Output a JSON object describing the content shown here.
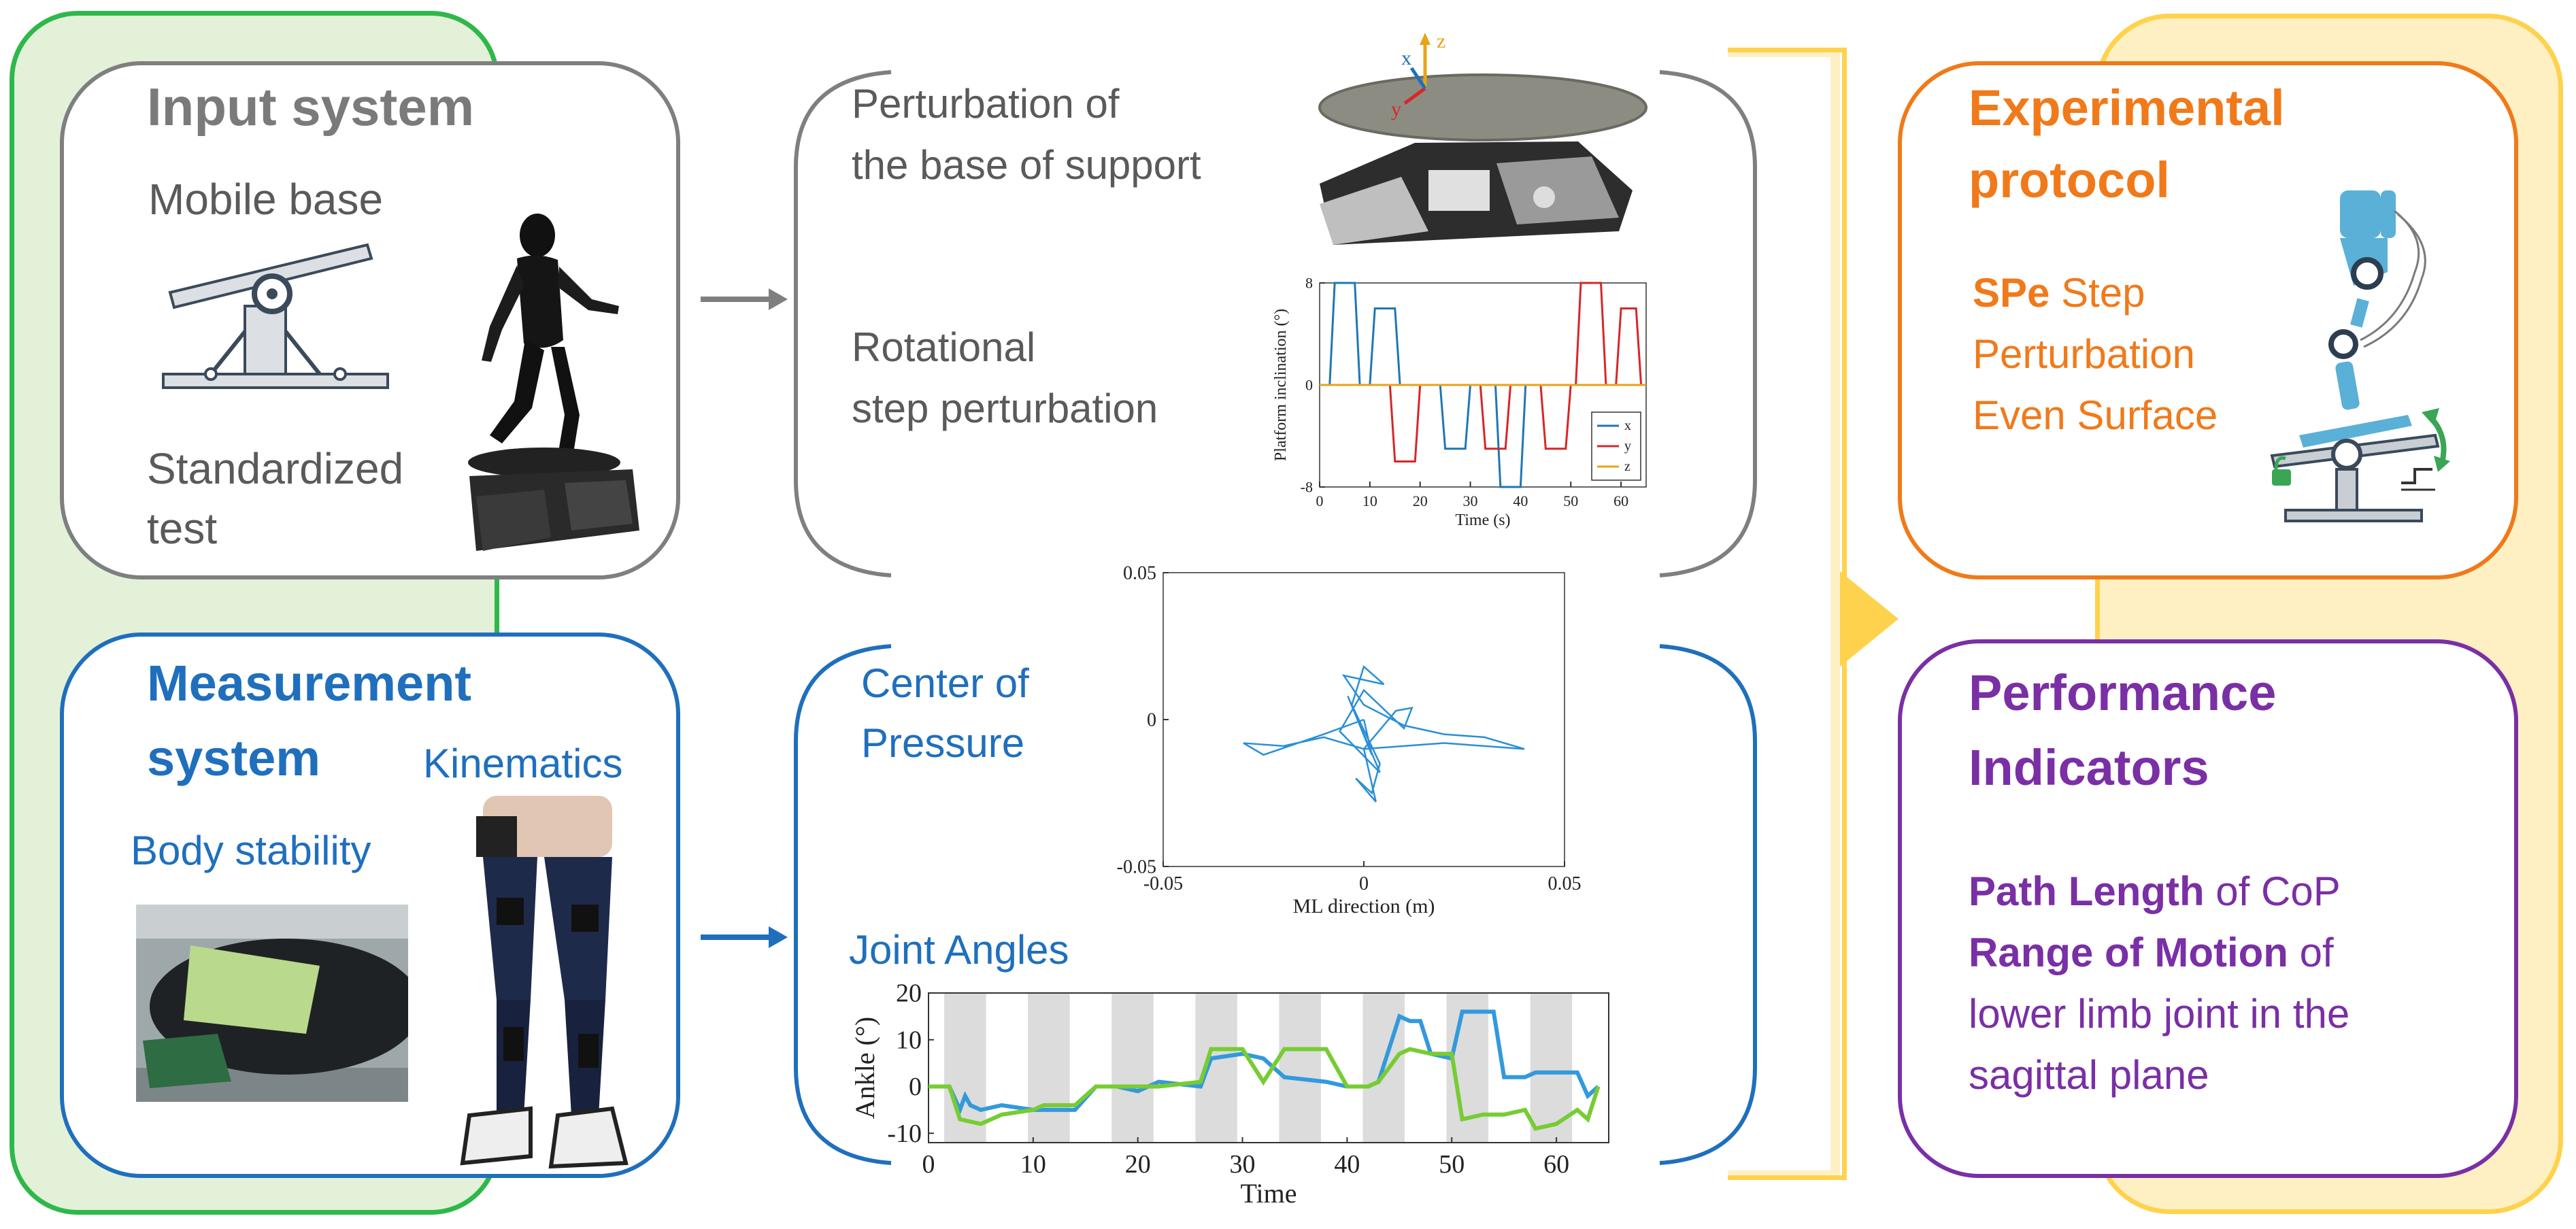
{
  "input_system": {
    "title": "Input system",
    "mobile_base": "Mobile base",
    "standardized_test_line1": "Standardized",
    "standardized_test_line2": "test"
  },
  "perturbation": {
    "base_line1": "Perturbation of",
    "base_line2": "the base of support",
    "rot_line1": "Rotational",
    "rot_line2": "step perturbation",
    "axis_labels": [
      "x",
      "y",
      "z"
    ]
  },
  "measurement_system": {
    "title_line1": "Measurement",
    "title_line2": "system",
    "kinematics": "Kinematics",
    "body_stability": "Body stability"
  },
  "outputs": {
    "cop_line1": "Center of",
    "cop_line2": "Pressure",
    "joint_angles": "Joint Angles"
  },
  "experimental_protocol": {
    "title_line1": "Experimental",
    "title_line2": "protocol",
    "spe_bold": "SPe",
    "spe_rest": " Step",
    "line2": "Perturbation",
    "line3": "Even Surface"
  },
  "performance_indicators": {
    "title_line1": "Performance",
    "title_line2": "Indicators",
    "path_length_bold": "Path Length",
    "path_length_rest": " of CoP",
    "rom_bold": "Range of Motion",
    "rom_rest": " of",
    "line3": "lower limb joint in the",
    "line4": "sagittal plane"
  },
  "colors": {
    "green": "#2eb84a",
    "green_fill": "#e3f1d8",
    "gray": "#7f7f7f",
    "blue": "#1f6fbd",
    "yellow": "#ffd24d",
    "yellow_fill": "#fff0c4",
    "orange": "#f07a1a",
    "purple": "#7a2fa5"
  },
  "chart_data": [
    {
      "type": "line",
      "xlabel": "Time (s)",
      "ylabel": "Platform inclination (°)",
      "xlim": [
        0,
        65
      ],
      "ylim": [
        -8,
        8
      ],
      "xticks": [
        0,
        10,
        20,
        30,
        40,
        50,
        60
      ],
      "yticks": [
        -8,
        0,
        8
      ],
      "legend": "bottom-right",
      "series": [
        {
          "name": "x",
          "color": "#1f77b4",
          "x": [
            0,
            2,
            3,
            7,
            8,
            10,
            11,
            15,
            16,
            24,
            25,
            29,
            30,
            35,
            36,
            40,
            41,
            65
          ],
          "values": [
            0,
            0,
            8,
            8,
            0,
            0,
            6,
            6,
            0,
            0,
            -5,
            -5,
            0,
            0,
            -8,
            -8,
            0,
            0
          ]
        },
        {
          "name": "y",
          "color": "#d62728",
          "x": [
            0,
            14,
            15,
            19,
            20,
            32,
            33,
            37,
            38,
            44,
            45,
            49,
            50,
            51,
            52,
            56,
            57,
            59,
            60,
            63,
            64,
            65
          ],
          "values": [
            0,
            0,
            -6,
            -6,
            0,
            0,
            -5,
            -5,
            0,
            0,
            -5,
            -5,
            0,
            0,
            8,
            8,
            0,
            0,
            6,
            6,
            0,
            0
          ]
        },
        {
          "name": "z",
          "color": "#e8a317",
          "x": [
            0,
            65
          ],
          "values": [
            0,
            0
          ]
        }
      ]
    },
    {
      "type": "scatter",
      "xlabel": "ML direction (m)",
      "ylabel": "",
      "xlim": [
        -0.05,
        0.05
      ],
      "ylim": [
        -0.05,
        0.05
      ],
      "xticks": [
        "-0.05",
        "0",
        "0.05"
      ],
      "yticks": [
        "-0.05",
        "0",
        "0.05"
      ],
      "series": [
        {
          "name": "",
          "color": "#2b8fd6",
          "x": [
            0,
            -0.01,
            -0.025,
            -0.03,
            -0.02,
            -0.01,
            0,
            0.01,
            0.02,
            0.03,
            0.04,
            0.03,
            0.02,
            0.01,
            0,
            -0.005,
            0.005,
            0,
            -0.003,
            0.004,
            0.002,
            -0.002,
            0.003,
            0,
            0.008,
            0.012,
            0.01,
            0,
            -0.006,
            0.004,
            -0.004,
            0.002,
            0
          ],
          "y": [
            0,
            -0.005,
            -0.012,
            -0.008,
            -0.009,
            -0.006,
            -0.01,
            -0.009,
            -0.008,
            -0.009,
            -0.01,
            -0.006,
            -0.005,
            -0.002,
            0.005,
            0.015,
            0.012,
            0.018,
            0.005,
            -0.015,
            -0.025,
            -0.02,
            -0.028,
            -0.01,
            0.003,
            0.004,
            -0.003,
            0.01,
            -0.004,
            -0.018,
            0.008,
            -0.012,
            0
          ]
        }
      ]
    },
    {
      "type": "line",
      "xlabel": "Time",
      "ylabel": "Ankle (°)",
      "xlim": [
        0,
        65
      ],
      "ylim": [
        -12,
        20
      ],
      "xticks": [
        0,
        10,
        20,
        30,
        40,
        50,
        60
      ],
      "yticks": [
        -10,
        0,
        10,
        20
      ],
      "bands": [
        [
          1.5,
          5.5
        ],
        [
          9.5,
          13.5
        ],
        [
          17.5,
          21.5
        ],
        [
          25.5,
          29.5
        ],
        [
          33.5,
          37.5
        ],
        [
          41.5,
          45.5
        ],
        [
          49.5,
          53.5
        ],
        [
          57.5,
          61.5
        ]
      ],
      "series": [
        {
          "name": "",
          "color": "#3399dd",
          "x": [
            0,
            2,
            3,
            3.5,
            4,
            5,
            7,
            10,
            11,
            14,
            16,
            18,
            20,
            22,
            26,
            27,
            30,
            32,
            34,
            38,
            40,
            42,
            43,
            45,
            46,
            47,
            48,
            50,
            51,
            54,
            55,
            57,
            58,
            61,
            62,
            63,
            64
          ],
          "values": [
            0,
            0,
            -5,
            -2,
            -4,
            -5,
            -4,
            -5,
            -5,
            -5,
            0,
            0,
            -1,
            1,
            0,
            6,
            7,
            6,
            2,
            1,
            0,
            0,
            1,
            15,
            14,
            14,
            7,
            6,
            16,
            16,
            2,
            2,
            3,
            3,
            3,
            -2,
            0
          ]
        },
        {
          "name": "",
          "color": "#77cc33",
          "x": [
            0,
            2,
            3,
            5,
            7,
            10,
            11,
            14,
            16,
            18,
            20,
            22,
            26,
            27,
            30,
            32,
            34,
            38,
            40,
            42,
            43,
            45,
            46,
            48,
            50,
            51,
            53,
            55,
            57,
            58,
            60,
            62,
            63,
            64
          ],
          "values": [
            0,
            0,
            -7,
            -8,
            -6,
            -5,
            -4,
            -4,
            0,
            0,
            0,
            0,
            1,
            8,
            8,
            1,
            8,
            8,
            0,
            0,
            1,
            7,
            8,
            7,
            7,
            -7,
            -6,
            -6,
            -5,
            -9,
            -8,
            -5,
            -7,
            0
          ]
        }
      ]
    }
  ]
}
